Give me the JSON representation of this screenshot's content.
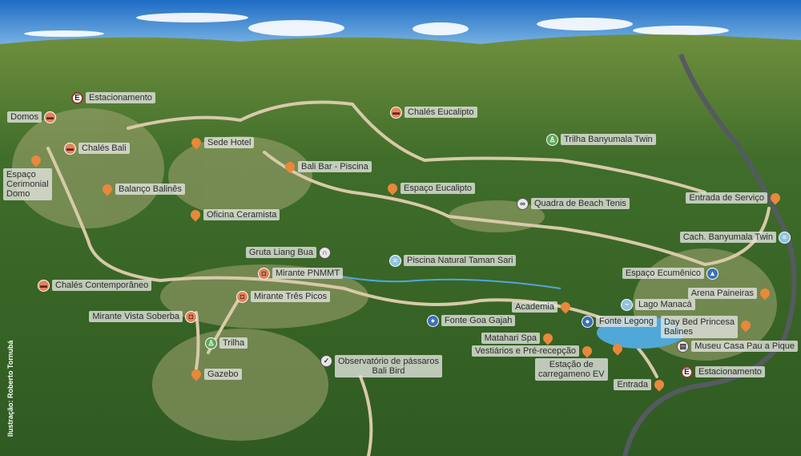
{
  "map": {
    "credit": "Ilustração: Roberto Tornubá",
    "colors": {
      "pin": "#e8883a",
      "icon_orange": "#e4835c",
      "icon_blue": "#3a72b8",
      "icon_green": "#5fa65c",
      "sky": "#2f7fd0",
      "forest": "#3d6a2a",
      "trail": "#d8c9a8",
      "road": "#555a60",
      "water": "#4fa8d8"
    },
    "places": {
      "estacionamento_top": {
        "label": "Estacionamento",
        "icon": "parking-icon",
        "glyph": "E"
      },
      "domos": {
        "label": "Domos",
        "icon": "bed-icon"
      },
      "chales_bali": {
        "label": "Chalés Bali",
        "icon": "bed-icon"
      },
      "espaco_cerimonial": {
        "label": "Espaço\nCerimonial\nDomo",
        "icon": "pin-icon"
      },
      "sede_hotel": {
        "label": "Sede Hotel",
        "icon": "pin-icon"
      },
      "balanco": {
        "label": "Balanço Balinês",
        "icon": "pin-icon"
      },
      "oficina": {
        "label": "Oficina Ceramista",
        "icon": "pin-icon"
      },
      "bali_bar": {
        "label": "Bali Bar - Piscina",
        "icon": "pin-icon"
      },
      "chales_eucalipto": {
        "label": "Chalés Eucalipto",
        "icon": "bed-icon"
      },
      "espaco_eucalipto": {
        "label": "Espaço Eucalipto",
        "icon": "pin-icon"
      },
      "trilha_banyumala": {
        "label": "Trilha Banyumala Twin",
        "icon": "hiker-icon"
      },
      "quadra": {
        "label": "Quadra de Beach Tenis",
        "icon": "tennis-icon"
      },
      "entrada_servico": {
        "label": "Entrada de Serviço",
        "icon": "pin-icon"
      },
      "cachoeira": {
        "label": "Cach. Banyumala Twin",
        "icon": "waterfall-icon"
      },
      "gruta": {
        "label": "Gruta Liang Bua",
        "icon": "cave-icon"
      },
      "piscina_natural": {
        "label": "Piscina Natural Taman Sari",
        "icon": "pool-icon"
      },
      "ecumenico": {
        "label": "Espaço Ecumênico",
        "icon": "chapel-icon"
      },
      "mirante_pnmmt": {
        "label": "Mirante PNMMT",
        "icon": "camera-icon"
      },
      "chales_contemporaneo": {
        "label": "Chalés Contemporâneo",
        "icon": "bed-icon"
      },
      "arena": {
        "label": "Arena Paineiras",
        "icon": "pin-icon"
      },
      "mirante_tres_picos": {
        "label": "Mirante Três Picos",
        "icon": "camera-icon"
      },
      "academia": {
        "label": "Academia",
        "icon": "pin-icon"
      },
      "lago": {
        "label": "Lago Manacá",
        "icon": "lake-icon"
      },
      "mirante_vista": {
        "label": "Mirante Vista Soberba",
        "icon": "camera-icon"
      },
      "fonte_goa": {
        "label": "Fonte Goa Gajah",
        "icon": "fountain-icon"
      },
      "fonte_legong": {
        "label": "Fonte Legong",
        "icon": "fountain-icon"
      },
      "day_bed": {
        "label": "Day Bed Princesa\nBalines",
        "icon": "pin-icon"
      },
      "matahari": {
        "label": "Matahari Spa",
        "icon": "pin-icon"
      },
      "vestiarios": {
        "label": "Vestiários e Pré-recepção",
        "icon": "pin-icon"
      },
      "trilha": {
        "label": "Trilha",
        "icon": "hiker-icon"
      },
      "museu": {
        "label": "Museu Casa Pau a Pique",
        "icon": "museum-icon"
      },
      "observatorio": {
        "label": "Observatório de pássaros\nBali Bird",
        "icon": "bird-icon"
      },
      "estacao_ev": {
        "label": "Estação de\ncarregameno EV",
        "icon": "pin-icon"
      },
      "gazebo": {
        "label": "Gazebo",
        "icon": "pin-icon"
      },
      "estacionamento_bottom": {
        "label": "Estacionamento",
        "icon": "parking-icon",
        "glyph": "E"
      },
      "entrada": {
        "label": "Entrada",
        "icon": "pin-icon"
      }
    }
  }
}
